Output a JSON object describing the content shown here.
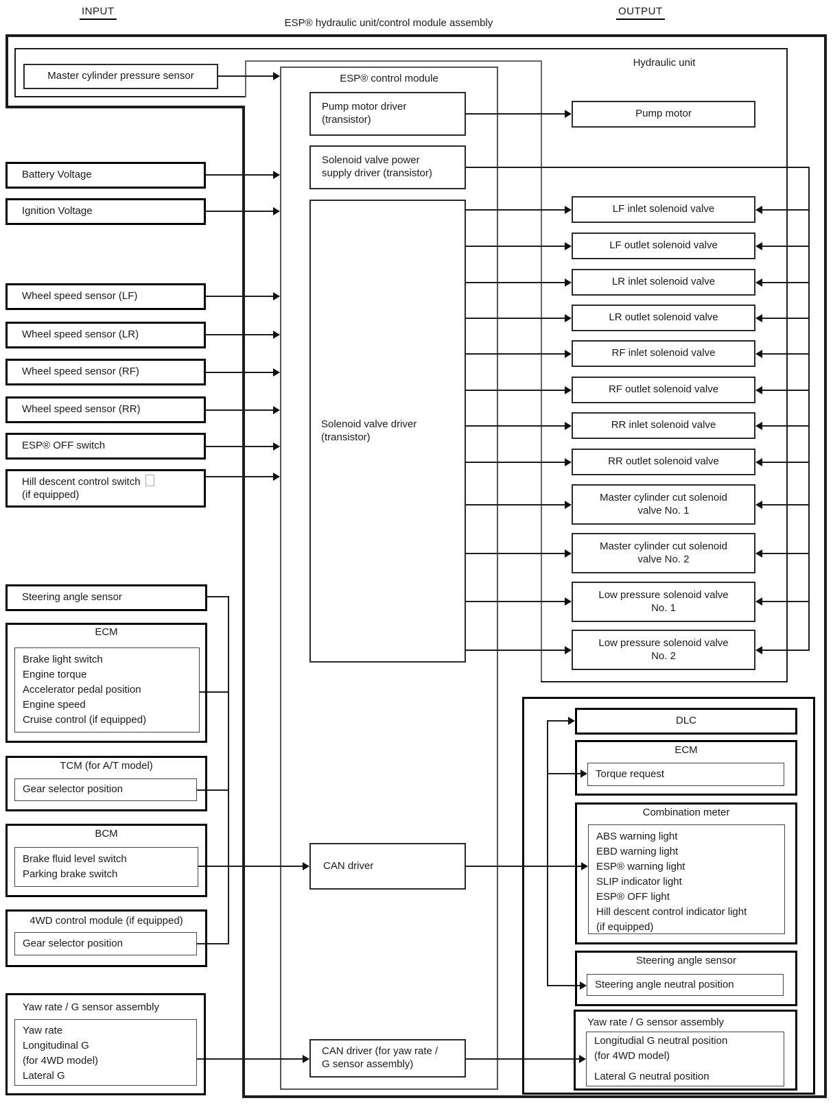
{
  "header": {
    "input_label": "INPUT",
    "title": "ESP® hydraulic unit/control module assembly",
    "output_label": "OUTPUT"
  },
  "inputs": {
    "master_cylinder": "Master cylinder pressure sensor",
    "battery": "Battery Voltage",
    "ignition": "Ignition Voltage",
    "wheel_lf": "Wheel speed sensor (LF)",
    "wheel_lr": "Wheel speed sensor (LR)",
    "wheel_rf": "Wheel speed sensor (RF)",
    "wheel_rr": "Wheel speed sensor (RR)",
    "esp_off": "ESP® OFF switch",
    "hill_descent_line1": "Hill descent control switch",
    "hill_descent_icon": "missing-glyph-box",
    "hill_descent_line2": "(if equipped)",
    "steering": "Steering angle sensor",
    "ecm": {
      "title": "ECM",
      "items": [
        "Brake light switch",
        "Engine torque",
        "Accelerator pedal position",
        "Engine speed",
        "Cruise control (if equipped)"
      ]
    },
    "tcm": {
      "title": "TCM (for A/T model)",
      "items": [
        "Gear selector position"
      ]
    },
    "bcm": {
      "title": "BCM",
      "items": [
        "Brake fluid level switch",
        "Parking brake switch"
      ]
    },
    "awd": {
      "title": "4WD control module (if equipped)",
      "items": [
        "Gear selector position"
      ]
    },
    "yaw": {
      "title": "Yaw rate / G sensor assembly",
      "items": [
        "Yaw  rate",
        "Longitudinal G",
        "(for 4WD model)",
        "Lateral G"
      ]
    }
  },
  "control_module": {
    "label": "ESP® control module",
    "pump_driver": [
      "Pump motor driver",
      "(transistor)"
    ],
    "solenoid_power_driver": [
      "Solenoid valve power",
      "supply driver (transistor)"
    ],
    "solenoid_driver": [
      "Solenoid valve driver",
      "(transistor)"
    ],
    "can_driver": "CAN driver",
    "can_driver_yaw": [
      "CAN driver (for yaw rate /",
      "G sensor assembly)"
    ]
  },
  "hydraulic_unit": {
    "label": "Hydraulic unit",
    "pump_motor": "Pump motor",
    "valves": [
      "LF inlet solenoid valve",
      "LF outlet solenoid valve",
      "LR inlet solenoid valve",
      "LR outlet solenoid valve",
      "RF inlet solenoid valve",
      "RF outlet solenoid valve",
      "RR inlet solenoid valve",
      "RR outlet solenoid valve",
      "Master cylinder cut solenoid valve No. 1",
      "Master cylinder cut solenoid valve No. 2",
      "Low pressure solenoid valve No. 1",
      "Low pressure solenoid valve No. 2"
    ]
  },
  "outputs": {
    "dlc": "DLC",
    "ecm": {
      "title": "ECM",
      "items": [
        "Torque request"
      ]
    },
    "combination_meter": {
      "title": "Combination meter",
      "items": [
        "ABS warning light",
        "EBD warning light",
        "ESP® warning light",
        "SLIP indicator light",
        "ESP® OFF light",
        "Hill descent control indicator light",
        "(if equipped)"
      ]
    },
    "steering": {
      "title": "Steering angle sensor",
      "items": [
        "Steering angle neutral position"
      ]
    },
    "yaw": {
      "title": "Yaw rate / G sensor assembly",
      "items": [
        "Longitudial G neutral position",
        "(for 4WD model)",
        "Lateral G neutral position"
      ]
    }
  }
}
